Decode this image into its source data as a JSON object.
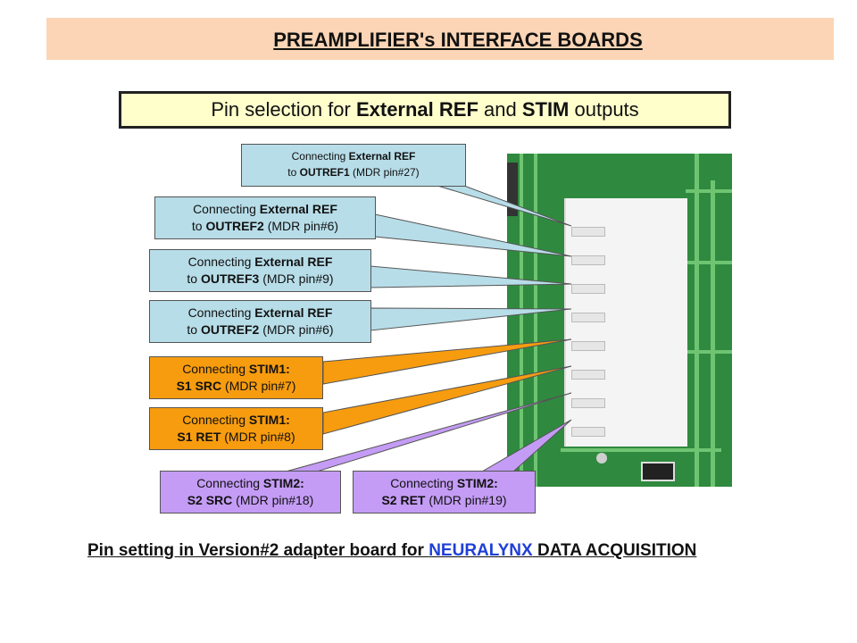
{
  "title": "PREAMPLIFIER's INTERFACE BOARDS",
  "subtitle": {
    "part1": "Pin selection for ",
    "bold1": "External REF",
    "part2": " and ",
    "bold2": "STIM",
    "part3": " outputs"
  },
  "callouts": [
    {
      "prefix": "Connecting ",
      "bold": "External REF",
      "line2_bold": "OUTREF1",
      "line2_pre": "to ",
      "line2_rest": " (MDR pin#27)",
      "color": "#b7dde8"
    },
    {
      "prefix": "Connecting ",
      "bold": "External REF",
      "line2_bold": "OUTREF2",
      "line2_pre": "to ",
      "line2_rest": " (MDR pin#6)",
      "color": "#b7dde8"
    },
    {
      "prefix": "Connecting ",
      "bold": "External REF",
      "line2_bold": "OUTREF3",
      "line2_pre": "to ",
      "line2_rest": " (MDR pin#9)",
      "color": "#b7dde8"
    },
    {
      "prefix": "Connecting ",
      "bold": "External REF",
      "line2_bold": "OUTREF2",
      "line2_pre": "to ",
      "line2_rest": " (MDR pin#6)",
      "color": "#b7dde8"
    },
    {
      "prefix": "Connecting ",
      "bold": "STIM1:",
      "line2_bold": "S1 SRC",
      "line2_pre": "",
      "line2_rest": " (MDR pin#7)",
      "color": "#f79c0f"
    },
    {
      "prefix": "Connecting ",
      "bold": "STIM1:",
      "line2_bold": "S1 RET",
      "line2_pre": "",
      "line2_rest": " (MDR pin#8)",
      "color": "#f79c0f"
    },
    {
      "prefix": "Connecting ",
      "bold": "STIM2:",
      "line2_bold": "S2 SRC",
      "line2_pre": "",
      "line2_rest": " (MDR pin#18)",
      "color": "#c49cf5"
    },
    {
      "prefix": "Connecting ",
      "bold": "STIM2:",
      "line2_bold": "S2 RET",
      "line2_pre": "",
      "line2_rest": " (MDR pin#19)",
      "color": "#c49cf5"
    }
  ],
  "footer": {
    "pre": "Pin setting in Version#2 adapter board for ",
    "link": "NEURALYNX",
    "post": " DATA ACQUISITION"
  }
}
